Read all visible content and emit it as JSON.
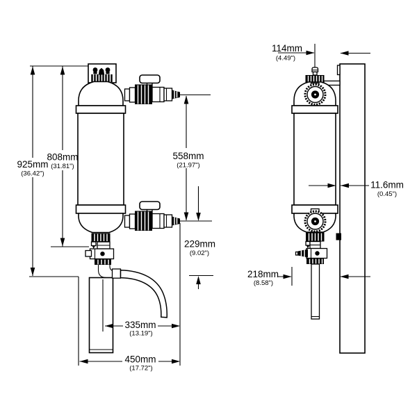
{
  "dimensions": {
    "overall_height": {
      "mm": "925mm",
      "inches": "(36.42\")"
    },
    "body_height": {
      "mm": "808mm",
      "inches": "(31.81\")"
    },
    "port_spacing": {
      "mm": "558mm",
      "inches": "(21.97\")"
    },
    "drain_drop": {
      "mm": "229mm",
      "inches": "(9.02\")"
    },
    "hose_reach": {
      "mm": "335mm",
      "inches": "(13.19\")"
    },
    "overall_width": {
      "mm": "450mm",
      "inches": "(17.72\")"
    },
    "top_clearance": {
      "mm": "114mm",
      "inches": "(4.49\")"
    },
    "wall_gap": {
      "mm": "11.6mm",
      "inches": "(0.45\")"
    },
    "depth": {
      "mm": "218mm",
      "inches": "(8.58\")"
    }
  },
  "colors": {
    "line": "#000000",
    "background": "#ffffff"
  }
}
